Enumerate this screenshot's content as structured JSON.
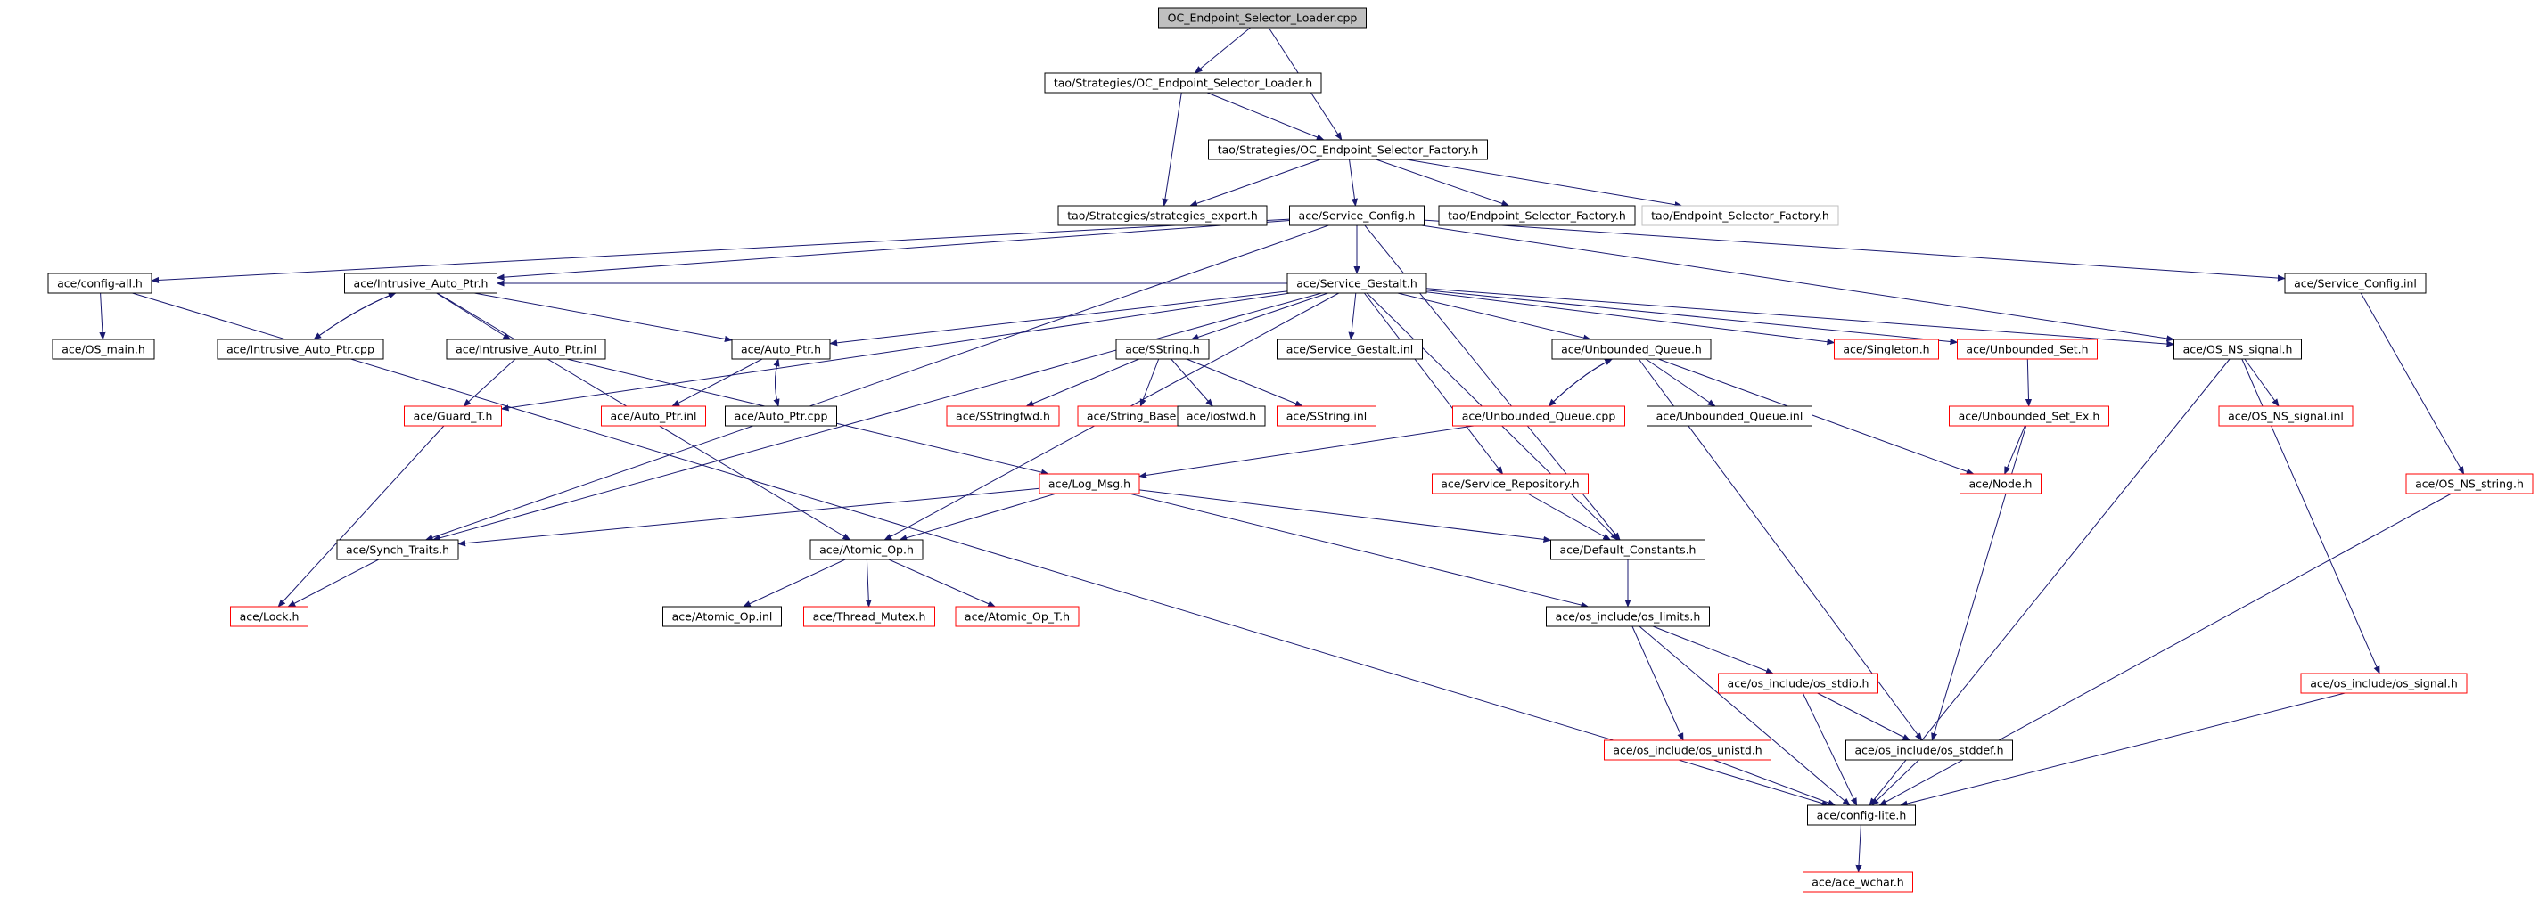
{
  "diagram": {
    "colors": {
      "background": "#ffffff",
      "edge": "#191970",
      "border_normal": "#000000",
      "border_incomplete": "#ff0000",
      "border_external": "#bfbfbf",
      "root_fill": "#bfbfbf",
      "text": "#000000"
    },
    "nodes": [
      {
        "id": "n0",
        "label": "OC_Endpoint_Selector_Loader.cpp",
        "style": "root"
      },
      {
        "id": "n1",
        "label": "tao/Strategies/OC_Endpoint_Selector_Loader.h",
        "style": "normal"
      },
      {
        "id": "n2",
        "label": "tao/Strategies/OC_Endpoint_Selector_Factory.h",
        "style": "normal"
      },
      {
        "id": "n3",
        "label": "tao/Strategies/strategies_export.h",
        "style": "normal"
      },
      {
        "id": "n4",
        "label": "ace/Service_Config.h",
        "style": "normal"
      },
      {
        "id": "n5",
        "label": "tao/Endpoint_Selector_Factory.h",
        "style": "normal"
      },
      {
        "id": "n6",
        "label": "tao/Endpoint_Selector_Factory.h",
        "style": "external"
      },
      {
        "id": "n7",
        "label": "ace/config-all.h",
        "style": "normal"
      },
      {
        "id": "n8",
        "label": "ace/OS_main.h",
        "style": "normal"
      },
      {
        "id": "n9",
        "label": "ace/Intrusive_Auto_Ptr.h",
        "style": "normal"
      },
      {
        "id": "n10",
        "label": "ace/Service_Gestalt.h",
        "style": "normal"
      },
      {
        "id": "n11",
        "label": "ace/Service_Config.inl",
        "style": "normal"
      },
      {
        "id": "n12",
        "label": "ace/Intrusive_Auto_Ptr.cpp",
        "style": "normal"
      },
      {
        "id": "n13",
        "label": "ace/Intrusive_Auto_Ptr.inl",
        "style": "normal"
      },
      {
        "id": "n14",
        "label": "ace/Auto_Ptr.h",
        "style": "normal"
      },
      {
        "id": "n15",
        "label": "ace/SString.h",
        "style": "normal"
      },
      {
        "id": "n16",
        "label": "ace/Service_Gestalt.inl",
        "style": "normal"
      },
      {
        "id": "n17",
        "label": "ace/Unbounded_Queue.h",
        "style": "normal"
      },
      {
        "id": "n18",
        "label": "ace/Singleton.h",
        "style": "incomplete"
      },
      {
        "id": "n19",
        "label": "ace/Unbounded_Set.h",
        "style": "incomplete"
      },
      {
        "id": "n20",
        "label": "ace/OS_NS_signal.h",
        "style": "normal"
      },
      {
        "id": "n21",
        "label": "ace/Guard_T.h",
        "style": "incomplete"
      },
      {
        "id": "n22",
        "label": "ace/Auto_Ptr.inl",
        "style": "incomplete"
      },
      {
        "id": "n23",
        "label": "ace/Auto_Ptr.cpp",
        "style": "normal"
      },
      {
        "id": "n24",
        "label": "ace/SStringfwd.h",
        "style": "incomplete"
      },
      {
        "id": "n25",
        "label": "ace/String_Base.h",
        "style": "incomplete"
      },
      {
        "id": "n26",
        "label": "ace/iosfwd.h",
        "style": "normal"
      },
      {
        "id": "n27",
        "label": "ace/SString.inl",
        "style": "incomplete"
      },
      {
        "id": "n28",
        "label": "ace/Unbounded_Queue.cpp",
        "style": "incomplete"
      },
      {
        "id": "n29",
        "label": "ace/Unbounded_Queue.inl",
        "style": "normal"
      },
      {
        "id": "n30",
        "label": "ace/Unbounded_Set_Ex.h",
        "style": "incomplete"
      },
      {
        "id": "n31",
        "label": "ace/OS_NS_signal.inl",
        "style": "incomplete"
      },
      {
        "id": "n32",
        "label": "ace/OS_NS_string.h",
        "style": "incomplete"
      },
      {
        "id": "n33",
        "label": "ace/Log_Msg.h",
        "style": "incomplete"
      },
      {
        "id": "n34",
        "label": "ace/Service_Repository.h",
        "style": "incomplete"
      },
      {
        "id": "n35",
        "label": "ace/Node.h",
        "style": "incomplete"
      },
      {
        "id": "n36",
        "label": "ace/Synch_Traits.h",
        "style": "normal"
      },
      {
        "id": "n37",
        "label": "ace/Atomic_Op.h",
        "style": "normal"
      },
      {
        "id": "n38",
        "label": "ace/Default_Constants.h",
        "style": "normal"
      },
      {
        "id": "n39",
        "label": "ace/Lock.h",
        "style": "incomplete"
      },
      {
        "id": "n40",
        "label": "ace/Atomic_Op.inl",
        "style": "normal"
      },
      {
        "id": "n41",
        "label": "ace/Thread_Mutex.h",
        "style": "incomplete"
      },
      {
        "id": "n42",
        "label": "ace/Atomic_Op_T.h",
        "style": "incomplete"
      },
      {
        "id": "n43",
        "label": "ace/os_include/os_limits.h",
        "style": "normal"
      },
      {
        "id": "n44",
        "label": "ace/os_include/os_stdio.h",
        "style": "incomplete"
      },
      {
        "id": "n45",
        "label": "ace/os_include/os_signal.h",
        "style": "incomplete"
      },
      {
        "id": "n46",
        "label": "ace/os_include/os_unistd.h",
        "style": "incomplete"
      },
      {
        "id": "n47",
        "label": "ace/os_include/os_stddef.h",
        "style": "normal"
      },
      {
        "id": "n48",
        "label": "ace/config-lite.h",
        "style": "normal"
      },
      {
        "id": "n49",
        "label": "ace/ace_wchar.h",
        "style": "incomplete"
      }
    ],
    "edges": [
      [
        "n0",
        "n1"
      ],
      [
        "n0",
        "n2"
      ],
      [
        "n1",
        "n2"
      ],
      [
        "n1",
        "n3"
      ],
      [
        "n2",
        "n3"
      ],
      [
        "n2",
        "n4"
      ],
      [
        "n2",
        "n5"
      ],
      [
        "n2",
        "n6"
      ],
      [
        "n4",
        "n7"
      ],
      [
        "n4",
        "n9"
      ],
      [
        "n4",
        "n10"
      ],
      [
        "n4",
        "n11"
      ],
      [
        "n4",
        "n20"
      ],
      [
        "n4",
        "n36"
      ],
      [
        "n4",
        "n38"
      ],
      [
        "n7",
        "n8"
      ],
      [
        "n7",
        "n48"
      ],
      [
        "n9",
        "n12"
      ],
      [
        "n12",
        "n9"
      ],
      [
        "n9",
        "n13"
      ],
      [
        "n9",
        "n14"
      ],
      [
        "n9",
        "n37"
      ],
      [
        "n13",
        "n21"
      ],
      [
        "n13",
        "n33"
      ],
      [
        "n10",
        "n9"
      ],
      [
        "n10",
        "n14"
      ],
      [
        "n10",
        "n15"
      ],
      [
        "n10",
        "n16"
      ],
      [
        "n10",
        "n17"
      ],
      [
        "n10",
        "n18"
      ],
      [
        "n10",
        "n19"
      ],
      [
        "n10",
        "n20"
      ],
      [
        "n10",
        "n21"
      ],
      [
        "n10",
        "n34"
      ],
      [
        "n10",
        "n36"
      ],
      [
        "n10",
        "n37"
      ],
      [
        "n10",
        "n38"
      ],
      [
        "n14",
        "n22"
      ],
      [
        "n14",
        "n23"
      ],
      [
        "n23",
        "n14"
      ],
      [
        "n15",
        "n24"
      ],
      [
        "n15",
        "n25"
      ],
      [
        "n15",
        "n26"
      ],
      [
        "n15",
        "n27"
      ],
      [
        "n17",
        "n28"
      ],
      [
        "n28",
        "n17"
      ],
      [
        "n17",
        "n29"
      ],
      [
        "n17",
        "n35"
      ],
      [
        "n17",
        "n47"
      ],
      [
        "n28",
        "n33"
      ],
      [
        "n19",
        "n30"
      ],
      [
        "n30",
        "n35"
      ],
      [
        "n30",
        "n47"
      ],
      [
        "n20",
        "n31"
      ],
      [
        "n20",
        "n45"
      ],
      [
        "n20",
        "n48"
      ],
      [
        "n11",
        "n32"
      ],
      [
        "n32",
        "n48"
      ],
      [
        "n21",
        "n39"
      ],
      [
        "n33",
        "n36"
      ],
      [
        "n33",
        "n37"
      ],
      [
        "n33",
        "n38"
      ],
      [
        "n33",
        "n43"
      ],
      [
        "n34",
        "n38"
      ],
      [
        "n36",
        "n39"
      ],
      [
        "n37",
        "n40"
      ],
      [
        "n37",
        "n41"
      ],
      [
        "n37",
        "n42"
      ],
      [
        "n38",
        "n43"
      ],
      [
        "n43",
        "n44"
      ],
      [
        "n43",
        "n46"
      ],
      [
        "n43",
        "n48"
      ],
      [
        "n44",
        "n47"
      ],
      [
        "n44",
        "n48"
      ],
      [
        "n46",
        "n48"
      ],
      [
        "n47",
        "n48"
      ],
      [
        "n45",
        "n48"
      ],
      [
        "n48",
        "n49"
      ]
    ]
  }
}
